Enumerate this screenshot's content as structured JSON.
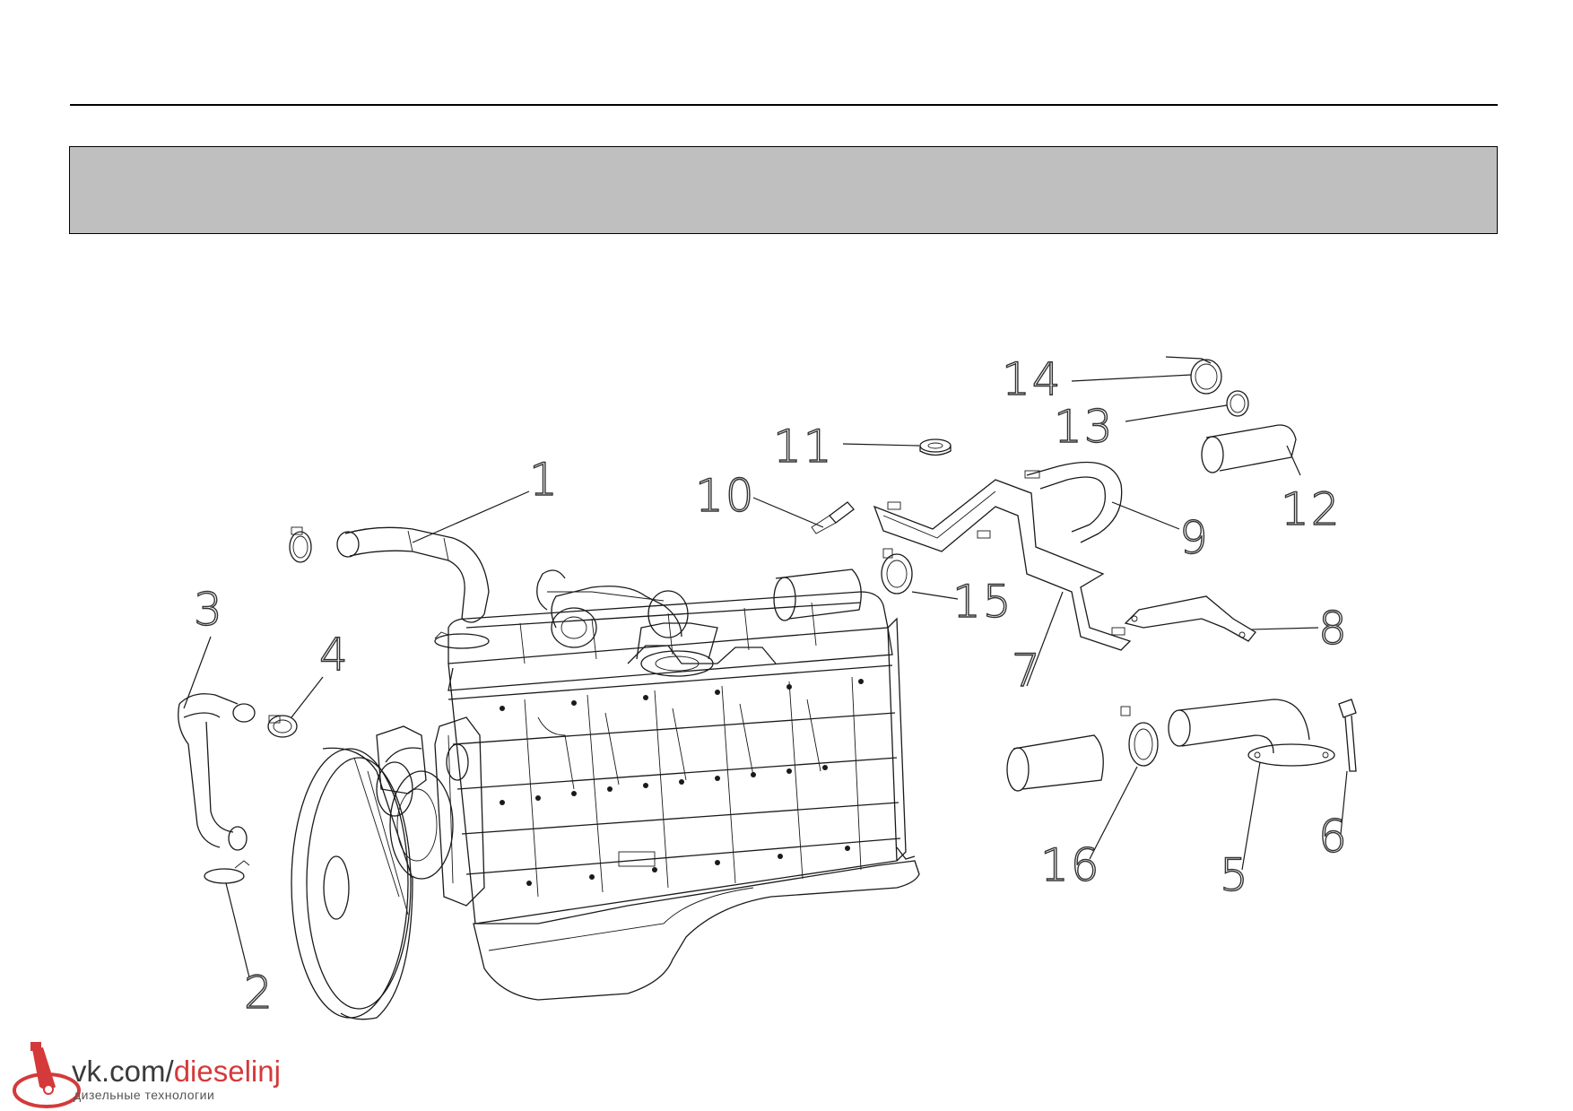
{
  "callouts": [
    {
      "id": "1",
      "label": "1"
    },
    {
      "id": "2",
      "label": "2"
    },
    {
      "id": "3",
      "label": "3"
    },
    {
      "id": "4",
      "label": "4"
    },
    {
      "id": "5",
      "label": "5"
    },
    {
      "id": "6",
      "label": "6"
    },
    {
      "id": "7",
      "label": "7"
    },
    {
      "id": "8",
      "label": "8"
    },
    {
      "id": "9",
      "label": "9"
    },
    {
      "id": "10",
      "label": "10"
    },
    {
      "id": "11",
      "label": "11"
    },
    {
      "id": "12",
      "label": "12"
    },
    {
      "id": "13",
      "label": "13"
    },
    {
      "id": "14",
      "label": "14"
    },
    {
      "id": "15",
      "label": "15"
    },
    {
      "id": "16",
      "label": "16"
    }
  ],
  "watermark": {
    "url_prefix": "vk.com/",
    "url_highlight": "dieselinj",
    "subtitle": "дизельные технологии",
    "accent": "#d43a3a"
  }
}
